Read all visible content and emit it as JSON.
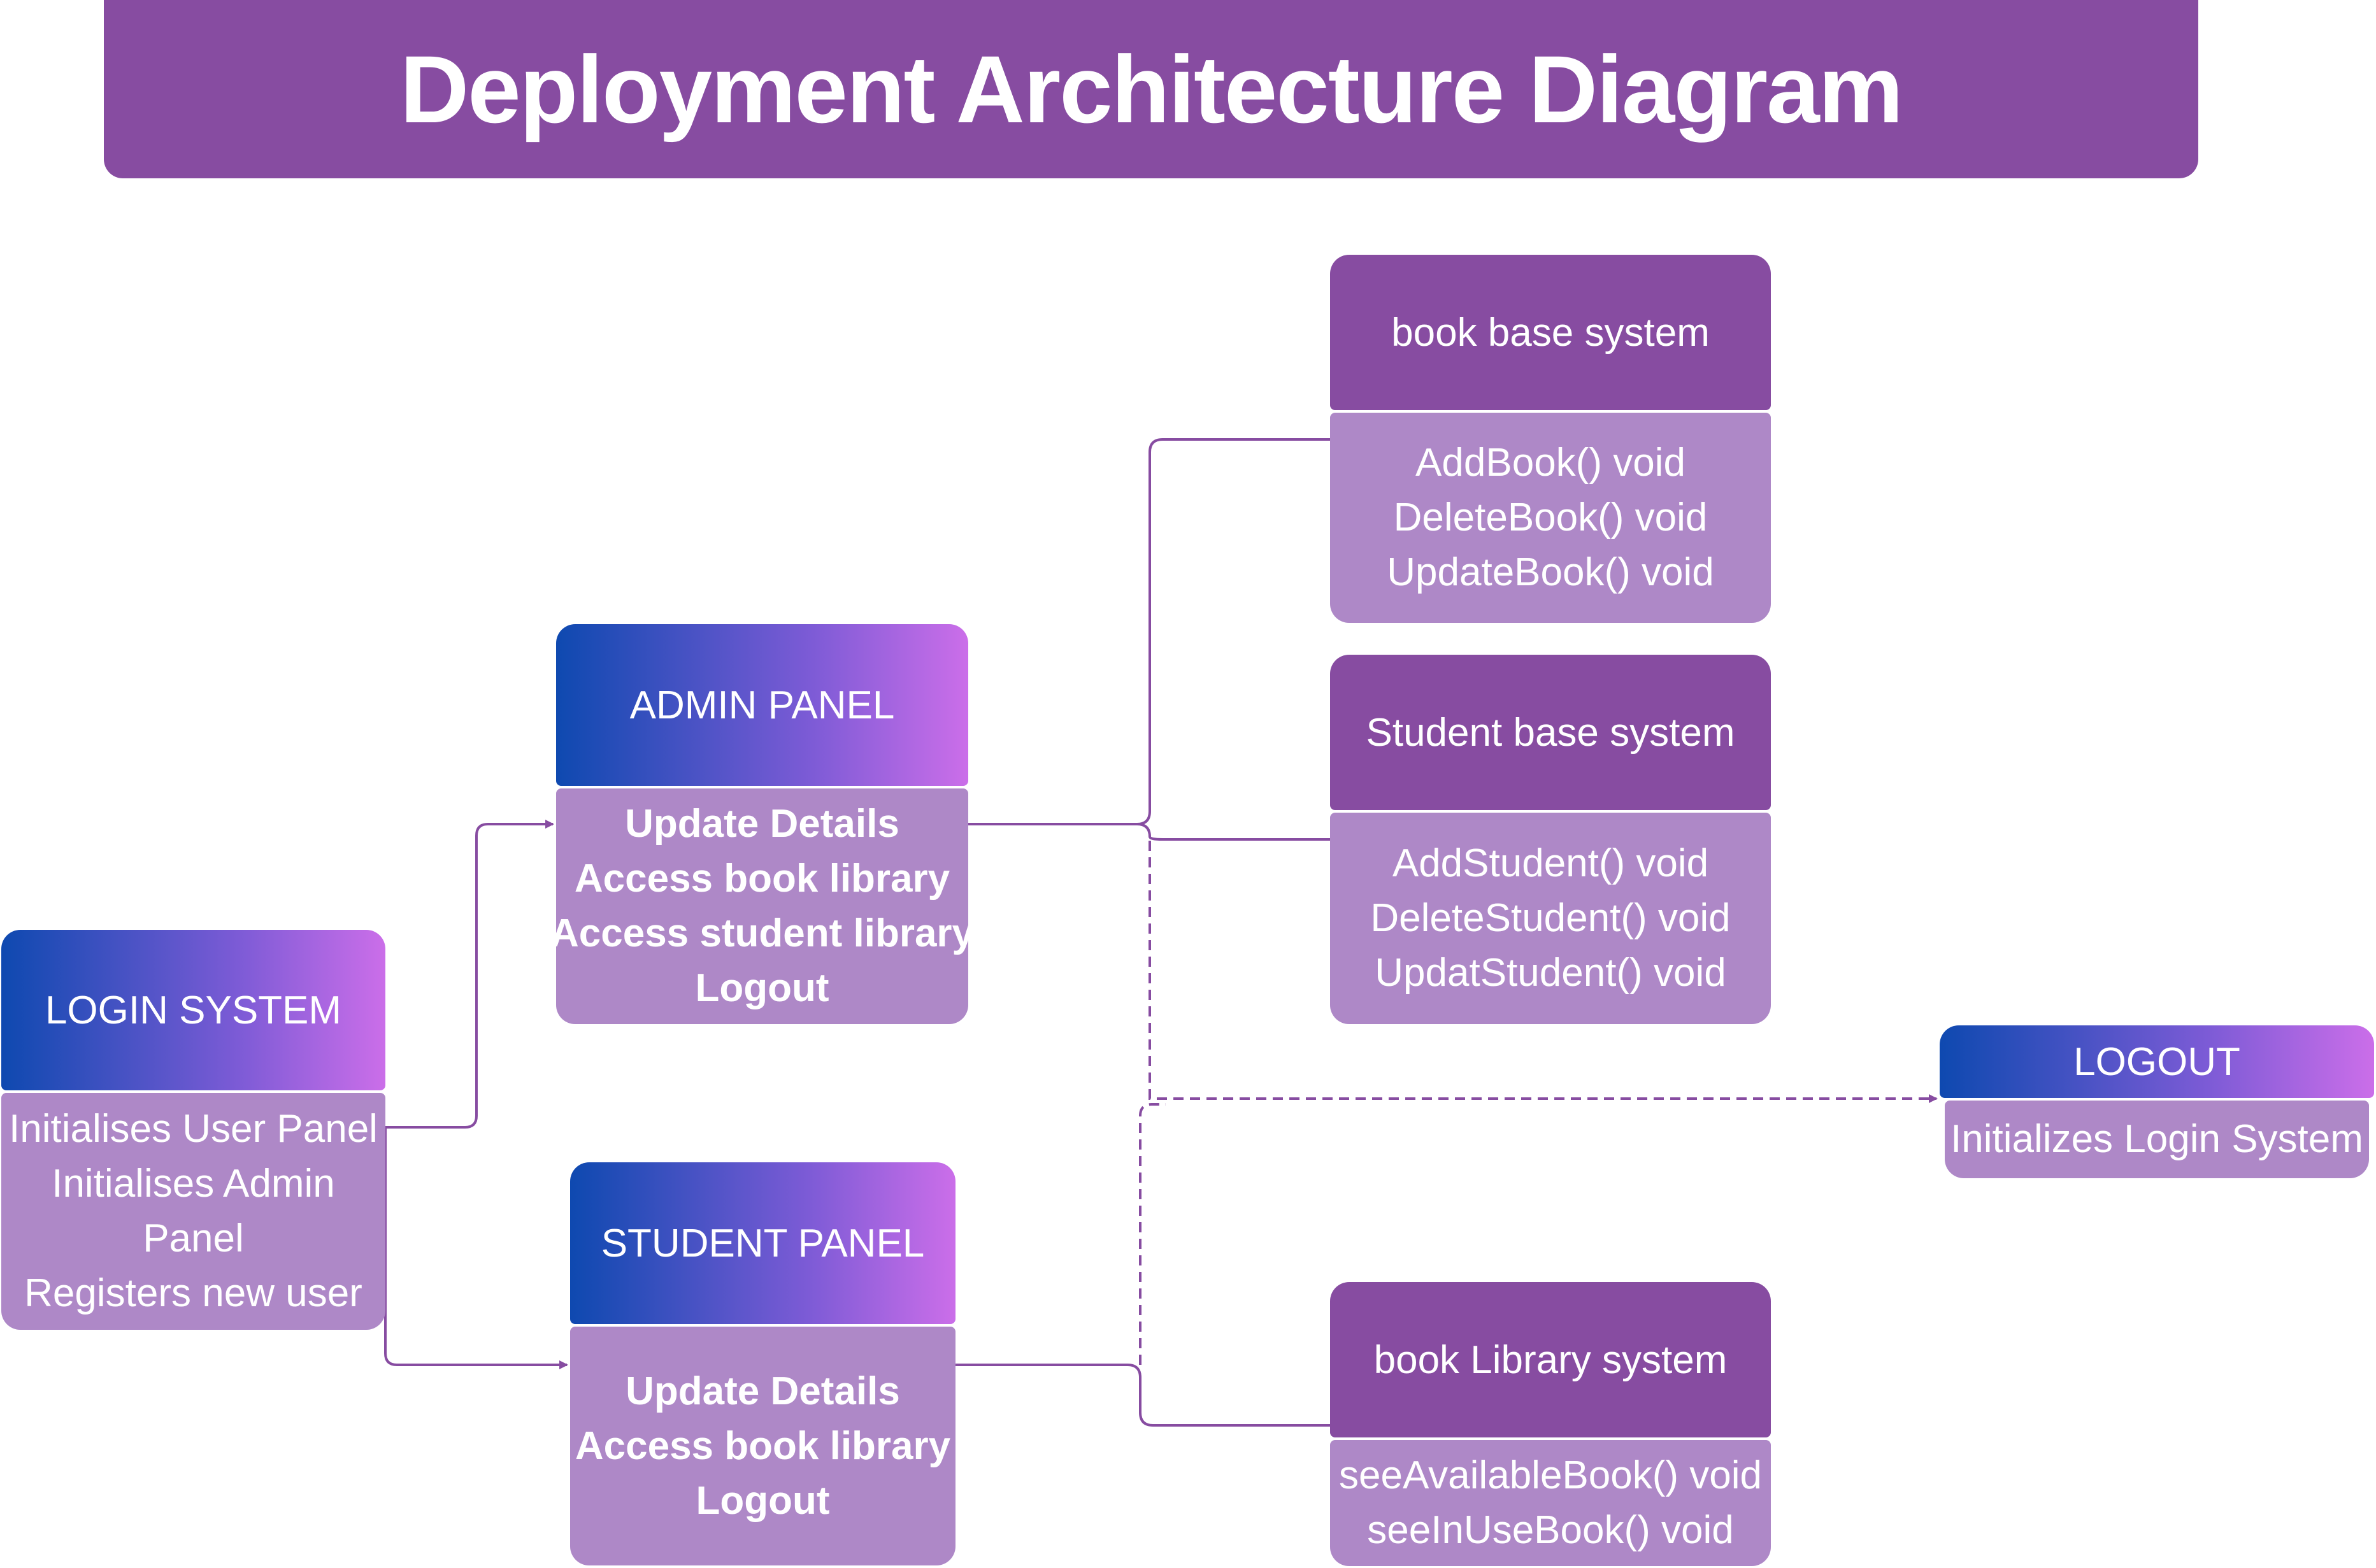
{
  "title": "Deployment Architecture Diagram",
  "nodes": {
    "login": {
      "header": "LOGIN SYSTEM",
      "lines": [
        "Initialises User Panel",
        "Initialises Admin",
        "Panel",
        "Registers new user"
      ]
    },
    "admin": {
      "header": "ADMIN PANEL",
      "lines": [
        "Update Details",
        "Access book library",
        "Access student library",
        "Logout"
      ]
    },
    "student": {
      "header": "STUDENT PANEL",
      "lines": [
        "Update Details",
        "Access book library",
        "Logout"
      ]
    },
    "book_base": {
      "header": "book base system",
      "lines": [
        "AddBook() void",
        "DeleteBook() void",
        "UpdateBook() void"
      ]
    },
    "student_base": {
      "header": "Student base system",
      "lines": [
        "AddStudent() void",
        "DeleteStudent() void",
        "UpdatStudent() void"
      ]
    },
    "book_library": {
      "header": "book Library system",
      "lines": [
        "seeAvailableBook() void",
        "seeInUseBook() void"
      ]
    },
    "logout": {
      "header": "LOGOUT",
      "lines": [
        "Initializes Login System"
      ]
    }
  },
  "colors": {
    "banner": "#874ca1",
    "gradient_start": "#0e49b0",
    "gradient_end": "#cb6ee9",
    "body": "#ae88c7",
    "connector": "#874ca1"
  }
}
